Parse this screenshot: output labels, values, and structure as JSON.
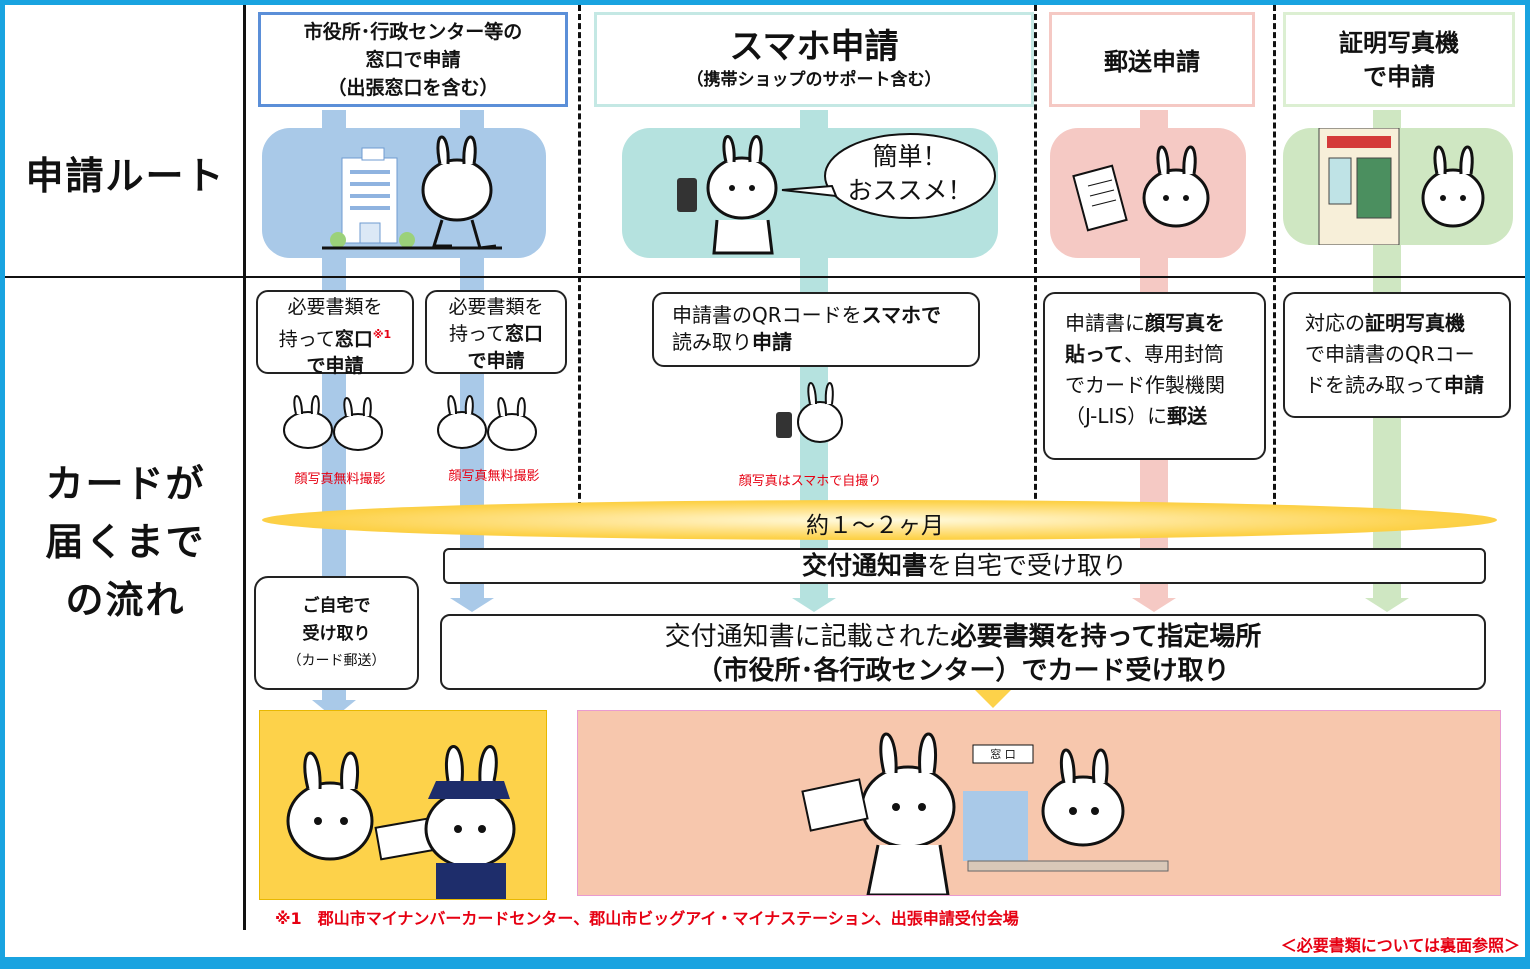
{
  "labels": {
    "route": "申請ルート",
    "flow": "カードが\n届くまで\nの流れ"
  },
  "routes": [
    {
      "title": "市役所･行政センター等の\n窓口で申請\n（出張窓口を含む）"
    },
    {
      "title": "スマホ申請",
      "sub": "（携帯ショップのサポート含む）"
    },
    {
      "title": "郵送申請"
    },
    {
      "title": "証明写真機\nで申請"
    }
  ],
  "bubble": "簡単！\nおススメ！",
  "steps": {
    "window1": {
      "a": "必要書類を",
      "b": "持って",
      "c": "窓口",
      "note": "※1",
      "d": "で申請"
    },
    "window2": {
      "a": "必要書類を",
      "b": "持って",
      "c": "窓口",
      "d": "で申請"
    },
    "smart": {
      "a": "申請書のQRコードを",
      "b": "スマホで",
      "c": "読み取り",
      "d": "申請"
    },
    "mail": {
      "a": "申請書に",
      "b": "顔写真を",
      "c": "貼って",
      "d": "、専用封筒",
      "e": "でカード作製機関",
      "f": "（J-LIS）に",
      "g": "郵送"
    },
    "photo": {
      "a": "対応の",
      "b": "証明写真機",
      "c": "で申請書のQRコー",
      "d": "ドを読み取って",
      "e": "申請"
    }
  },
  "captions": {
    "free1": "顔写真無料撮影",
    "free2": "顔写真無料撮影",
    "self": "顔写真はスマホで自撮り"
  },
  "period": "約１～２ヶ月",
  "notice": {
    "bold": "交付通知書",
    "rest": "を自宅で受け取り"
  },
  "home": {
    "line1": "ご自宅で",
    "line2": "受け取り",
    "line3": "（カード郵送）"
  },
  "pickup": {
    "pre": "交付通知書に記載された",
    "bold1": "必要書類を持って指定場所",
    "line2": "（市役所･各行政センター）でカード受け取り"
  },
  "sign": "窓 口",
  "footnote": "※1　郡山市マイナンバーカードセンター、郡山市ビッグアイ・マイナステーション、出張申請受付会場",
  "reference": "＜必要書類については裏面参照＞",
  "colors": {
    "frame": "#19a3e0",
    "blue": "#a9c9e8",
    "teal": "#b5e2df",
    "pink": "#f5c9c4",
    "green": "#cfe7c2",
    "yellow": "#fdd24a",
    "salmon": "#f7c7ad",
    "red": "#e60012"
  }
}
